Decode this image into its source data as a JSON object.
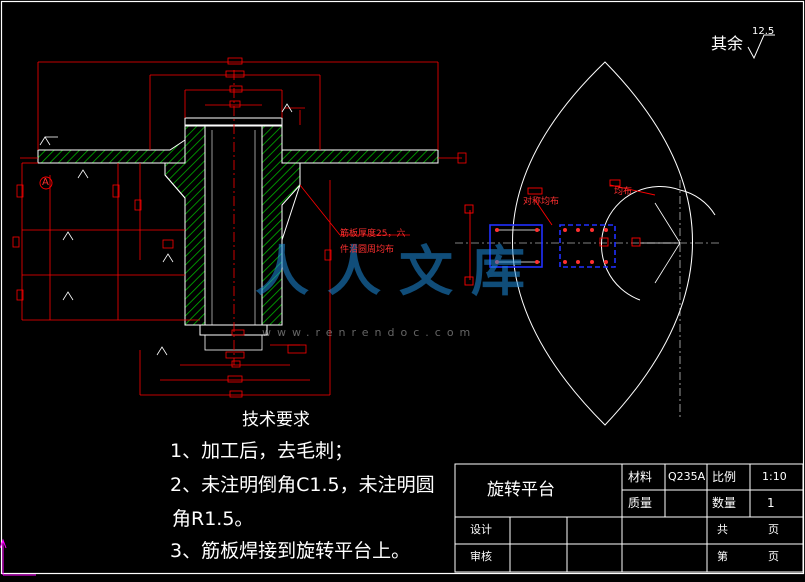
{
  "roughness": {
    "label": "其余",
    "value": "12.5"
  },
  "tech": {
    "title": "技术要求",
    "line1": "1、加工后，去毛刺；",
    "line2": "2、未注明倒角C1.5，未注明圆",
    "line3": "角R1.5。",
    "line4": "3、筋板焊接到旋转平台上。"
  },
  "annotations": {
    "rib_note_1": "筋板厚度25，六",
    "rib_note_2": "件沿圆周均布",
    "symmetric_note": "对称均布",
    "uniform_note": "均布",
    "datum_label": "A"
  },
  "title_block": {
    "part_name": "旋转平台",
    "material_label": "材料",
    "material_value": "Q235A",
    "scale_label": "比例",
    "scale_value": "1:10",
    "weight_label": "质量",
    "quantity_label": "数量",
    "quantity_value": "1",
    "design_label": "设计",
    "review_label": "审核",
    "total_label": "共",
    "sheet_label": "第",
    "page_unit": "页",
    "page_unit_2": "页"
  },
  "watermark": {
    "text": "人人文库",
    "url": "www.renrendoc.com"
  },
  "colors": {
    "red": "#ff0000",
    "white": "#ffffff",
    "green": "#00cc00",
    "blue": "#0000ff",
    "cyan": "#00ffff"
  }
}
